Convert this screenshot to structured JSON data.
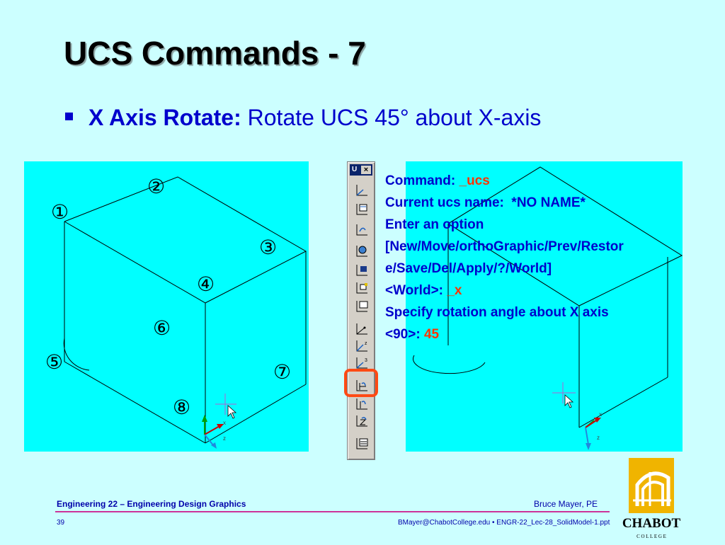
{
  "slide": {
    "title": "UCS Commands - 7",
    "bullet": {
      "bold": "X Axis Rotate:",
      "text": " Rotate UCS 45° about X-axis"
    }
  },
  "labels": [
    "①",
    "②",
    "③",
    "④",
    "⑤",
    "⑥",
    "⑦",
    "⑧"
  ],
  "toolbar": {
    "title_letter": "U",
    "close": "×"
  },
  "command": {
    "l1": "Command: ",
    "l1v": "_ucs",
    "l2": "Current ucs name:  *NO NAME*",
    "l3": "Enter an option",
    "l4": "[New/Move/orthoGraphic/Prev/Restor",
    "l5": "e/Save/Del/Apply/?/World]",
    "l6": "<World>: ",
    "l6v": "_x",
    "l7": "Specify rotation angle about X axis",
    "l8": "<90>: ",
    "l8v": "45"
  },
  "footer": {
    "course": "Engineering 22 – Engineering Design Graphics",
    "author": "Bruce Mayer, PE",
    "page": "39",
    "email": "BMayer@ChabotCollege.edu  • ENGR-22_Lec-28_SolidModel-1.ppt",
    "logo": "CHABOT",
    "logo_sub": "C O L L E G E"
  },
  "colors": {
    "background": "#ccffff",
    "viewport": "#00ffff",
    "accent": "#ff4a14",
    "text": "#0000cc"
  }
}
